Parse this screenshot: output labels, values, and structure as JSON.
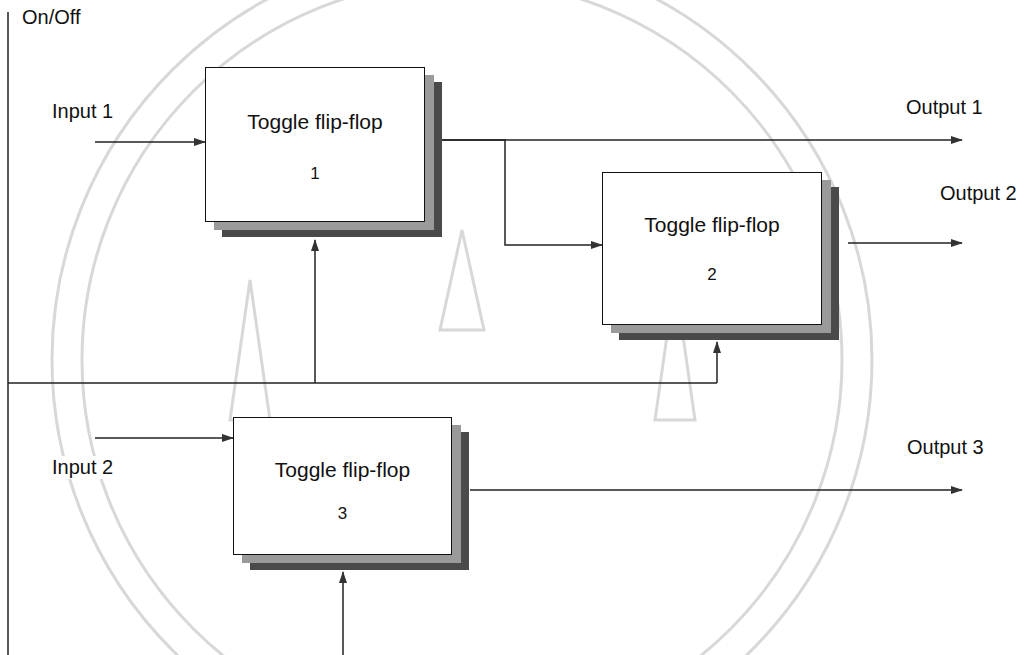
{
  "diagram": {
    "nodes": [
      {
        "text": [
          "Toggle flip-flop",
          "1"
        ]
      },
      {
        "text": [
          "Toggle flip-flop",
          "2"
        ]
      },
      {
        "text": [
          "Toggle flip-flop",
          "3"
        ]
      }
    ],
    "edges": [
      {
        "from": 0,
        "to": 1,
        "arrow": "to"
      }
    ],
    "labels": [
      "On/Off",
      "Input 1",
      "Output 1",
      "Output 2",
      "Input 2",
      "Output 3"
    ]
  }
}
